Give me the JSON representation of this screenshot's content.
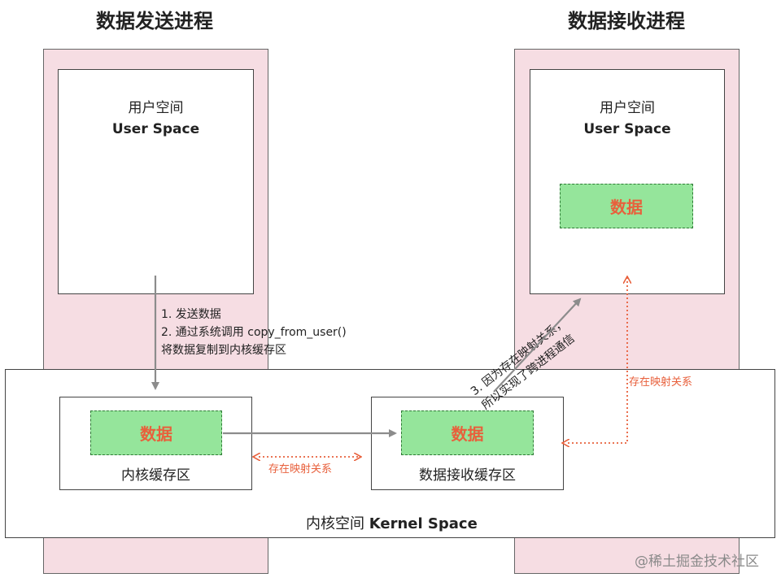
{
  "sender": {
    "title": "数据发送进程",
    "user_space_cn": "用户空间",
    "user_space_en": "User Space"
  },
  "receiver": {
    "title": "数据接收进程",
    "user_space_cn": "用户空间",
    "user_space_en": "User Space",
    "data_label": "数据"
  },
  "kernel": {
    "label_cn": "内核空间",
    "label_en": "Kernel Space",
    "buffer_left": {
      "data_label": "数据",
      "name": "内核缓存区"
    },
    "buffer_right": {
      "data_label": "数据",
      "name": "数据接收缓存区"
    }
  },
  "steps": {
    "step1": "1.  发送数据",
    "step2": "2.  通过系统调用 copy_from_user()",
    "step2b": "将数据复制到内核缓存区",
    "step3a": "3. 因为存在映射关系，",
    "step3b": "所以实现了跨进程通信"
  },
  "mapping_labels": {
    "kernel_to_kernel": "存在映射关系",
    "kernel_to_user": "存在映射关系"
  },
  "watermark": "@稀土掘金技术社区",
  "colors": {
    "pink_bg": "#f6dde3",
    "data_green": "#95e59b",
    "accent_orange": "#e8603c",
    "arrow_gray": "#8c8c8c"
  }
}
